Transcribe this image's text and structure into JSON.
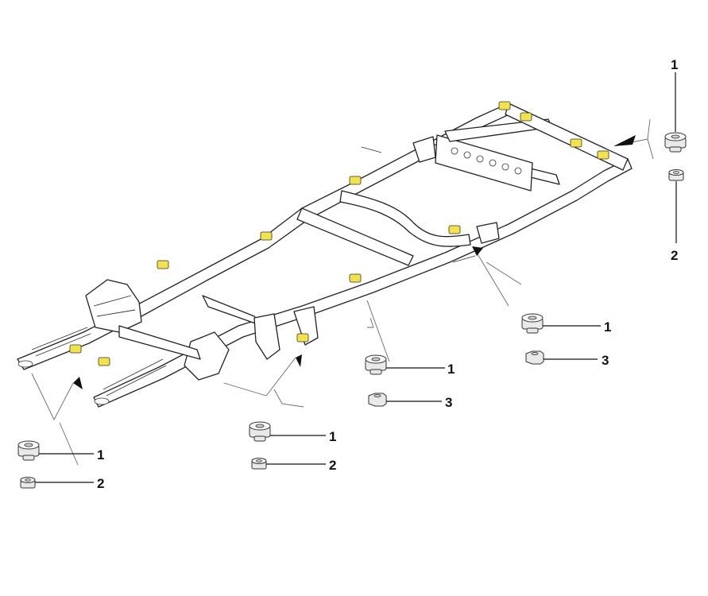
{
  "diagram": {
    "pad_color": "#f2e34a",
    "callout_groups": [
      {
        "id": "front-left",
        "labels": [
          "1",
          "2"
        ]
      },
      {
        "id": "front-center",
        "labels": [
          "1",
          "2"
        ]
      },
      {
        "id": "middle",
        "labels": [
          "1",
          "3"
        ]
      },
      {
        "id": "rear-middle",
        "labels": [
          "1",
          "3"
        ]
      },
      {
        "id": "rear-right",
        "labels": [
          "1",
          "2"
        ]
      }
    ]
  }
}
